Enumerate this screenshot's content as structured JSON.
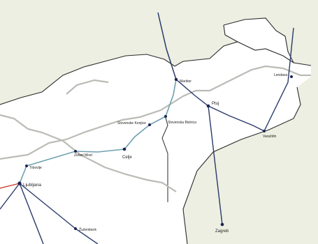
{
  "colors": {
    "background": "#ecefe1",
    "land": "#ffffff",
    "border": "#2a2a2a",
    "river": "#b9bcb5",
    "line_dark": "#2a3a6a",
    "line_light": "#6fa0b0",
    "accent": "#d03a2a"
  },
  "cities": {
    "ljubljana": "Ljubljana",
    "trbovlje": "Trbovlje",
    "zidani_most": "Zidani Most",
    "celje": "Celje",
    "slovenska_bistrica": "Slovenska Bistrica",
    "slovenske_konjice": "Slovenske Konjice",
    "maribor": "Maribor",
    "ptuj": "Ptuj",
    "lendava": "Lendava",
    "varazdin": "Varaždin",
    "zagreb": "Zagreb",
    "zuzemberk": "Žužemberk"
  }
}
